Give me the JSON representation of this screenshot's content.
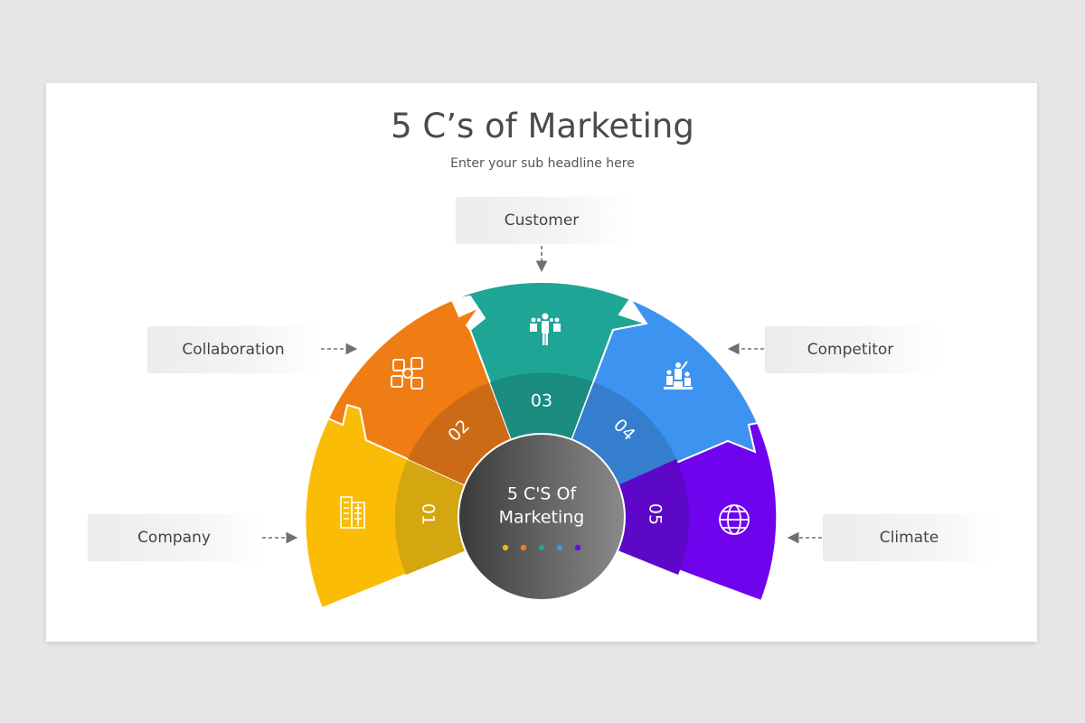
{
  "slide": {
    "title": "5 C’s of Marketing",
    "subtitle": "Enter your sub headline here"
  },
  "center": {
    "line1": "5 C'S Of",
    "line2": "Marketing",
    "dots": [
      "#f2b900",
      "#ee7d14",
      "#1ea596",
      "#3f93f0",
      "#6b06ea"
    ]
  },
  "segments": [
    {
      "number": "01",
      "label": "Company",
      "icon": "buildings-icon",
      "color": "#fbbc05",
      "inner_color": "#d4a60f"
    },
    {
      "number": "02",
      "label": "Collaboration",
      "icon": "joined-hands-icon",
      "color": "#f07c14",
      "inner_color": "#cd6a16"
    },
    {
      "number": "03",
      "label": "Customer",
      "icon": "customer-group-icon",
      "color": "#1ea596",
      "inner_color": "#1b8c80"
    },
    {
      "number": "04",
      "label": "Competitor",
      "icon": "podium-icon",
      "color": "#3d93f0",
      "inner_color": "#357ecd"
    },
    {
      "number": "05",
      "label": "Climate",
      "icon": "globe-icon",
      "color": "#6f03ee",
      "inner_color": "#5d07c9"
    }
  ],
  "colors": {
    "background": "#e8e6e7",
    "slide": "#ffffff",
    "text": "#4a4a4a",
    "arrow": "#707070"
  }
}
